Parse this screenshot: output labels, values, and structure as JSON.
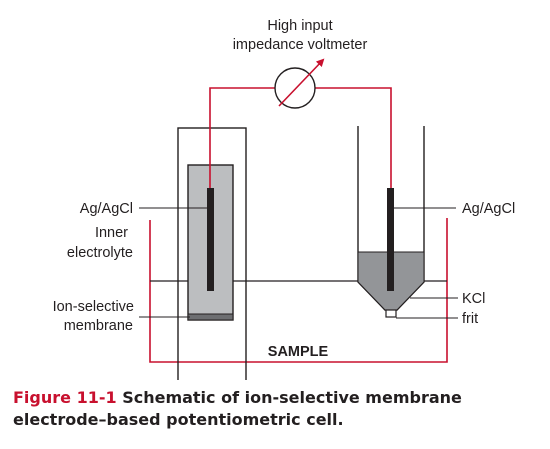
{
  "figure": {
    "voltmeter_label_line1": "High input",
    "voltmeter_label_line2": "impedance voltmeter",
    "left_label_agagcl": "Ag/AgCl",
    "left_label_inner_line1": "Inner",
    "left_label_inner_line2": "electrolyte",
    "left_label_membrane_line1": "Ion-selective",
    "left_label_membrane_line2": "membrane",
    "right_label_agagcl": "Ag/AgCl",
    "right_label_kcl": "KCl",
    "right_label_frit": "frit",
    "sample_label": "SAMPLE"
  },
  "caption": {
    "figure_number": "Figure 11-1",
    "text": "Schematic of ion-selective membrane electrode–based potentiometric cell."
  },
  "colors": {
    "wire": "#c8102e",
    "caption_label": "#c8102e",
    "inner_electrolyte": "#bcbec0",
    "kcl": "#939598",
    "electrode": "#231f20",
    "outline": "#231f20"
  },
  "icons": {
    "voltmeter": "circle-with-diagonal-arrow"
  }
}
